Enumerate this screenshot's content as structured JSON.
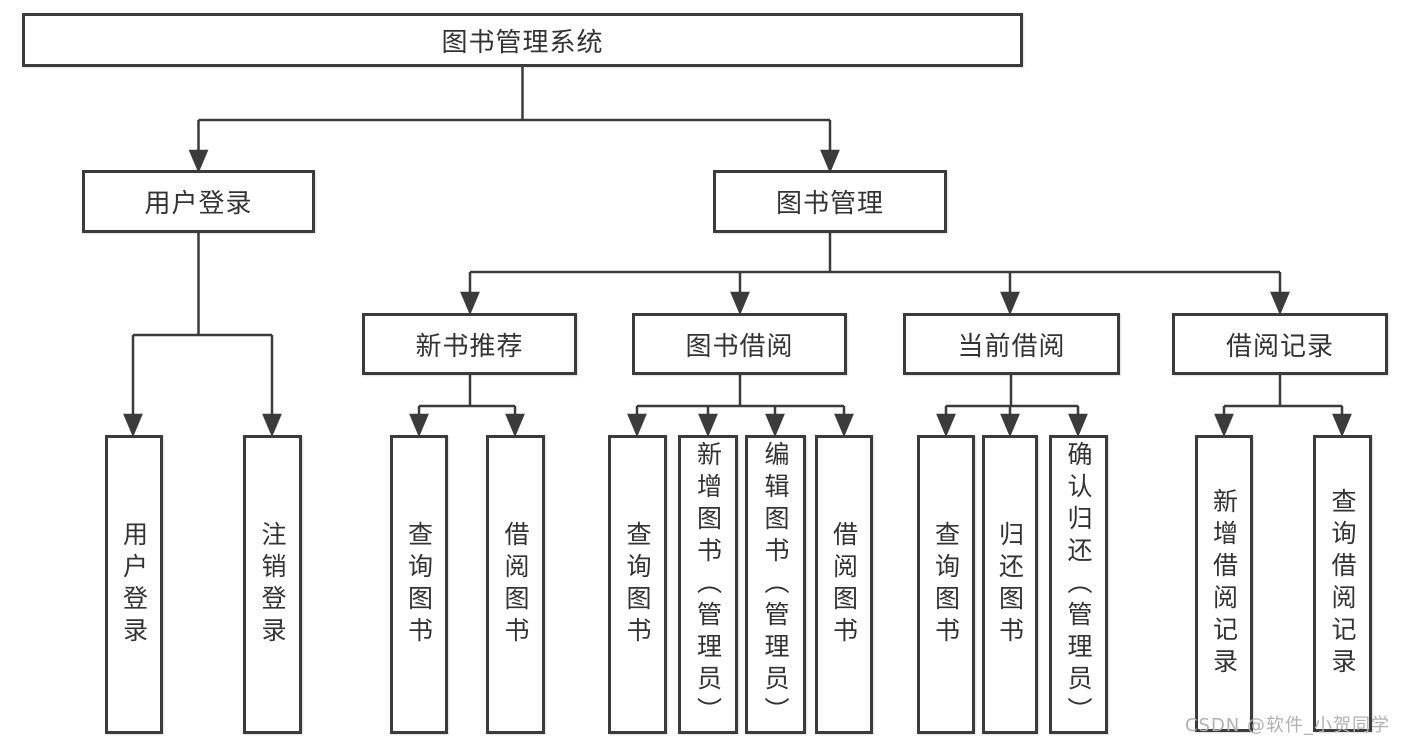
{
  "tree": {
    "label": "图书管理系统",
    "children": [
      {
        "label": "用户登录",
        "children": [
          {
            "label": "用户登录"
          },
          {
            "label": "注销登录"
          }
        ]
      },
      {
        "label": "图书管理",
        "children": [
          {
            "label": "新书推荐",
            "children": [
              {
                "label": "查询图书"
              },
              {
                "label": "借阅图书"
              }
            ]
          },
          {
            "label": "图书借阅",
            "children": [
              {
                "label": "查询图书"
              },
              {
                "label": "新增图书（管理员）"
              },
              {
                "label": "编辑图书（管理员）"
              },
              {
                "label": "借阅图书"
              }
            ]
          },
          {
            "label": "当前借阅",
            "children": [
              {
                "label": "查询图书"
              },
              {
                "label": "归还图书"
              },
              {
                "label": "确认归还（管理员）"
              }
            ]
          },
          {
            "label": "借阅记录",
            "children": [
              {
                "label": "新增借阅记录"
              },
              {
                "label": "查询借阅记录"
              }
            ]
          }
        ]
      }
    ]
  },
  "watermark": {
    "text": "CSDN @软件_小贺同学"
  },
  "colors": {
    "line": "#3b3b3b",
    "text": "#333333",
    "box_background": "#ffffff",
    "watermark": "#b2b2b2",
    "background": "#ffffff"
  }
}
